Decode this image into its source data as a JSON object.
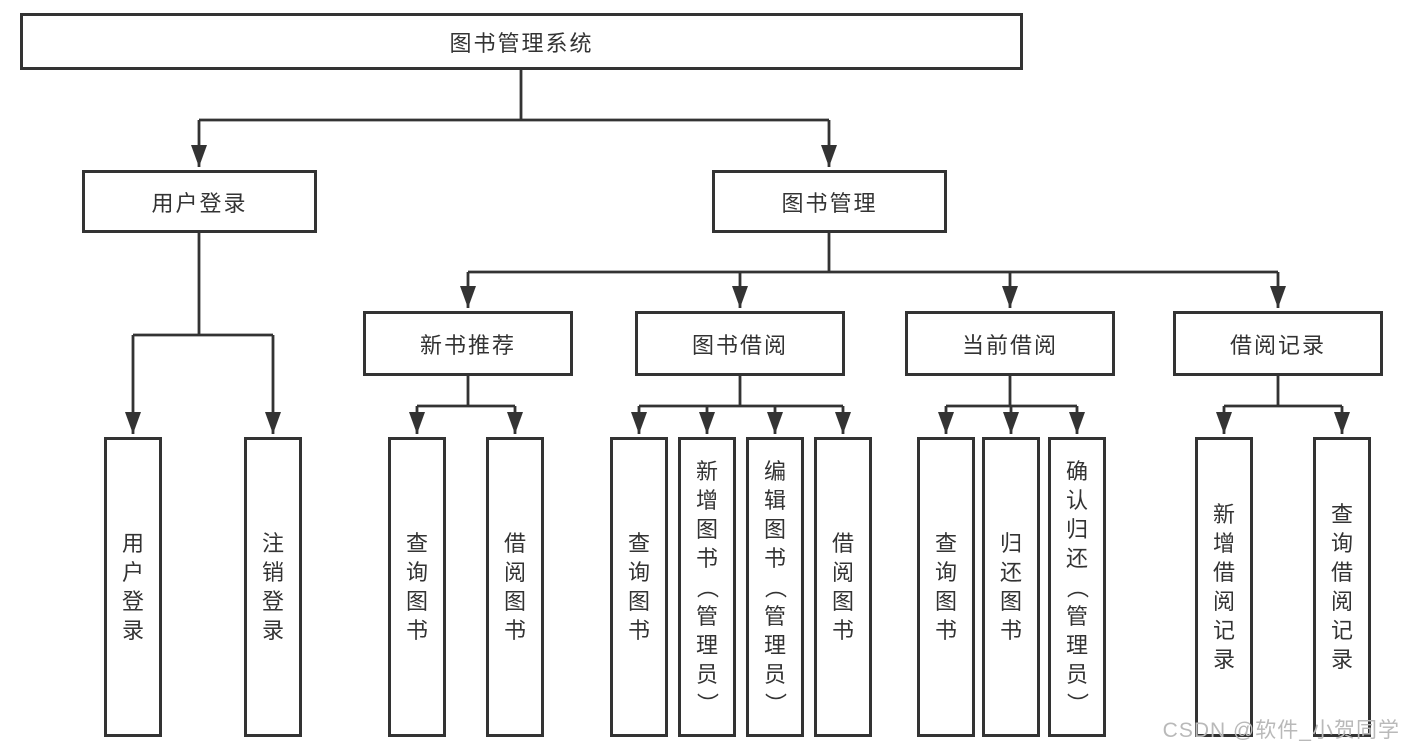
{
  "diagram": {
    "root": {
      "label": "图书管理系统"
    },
    "level1": [
      {
        "label": "用户登录"
      },
      {
        "label": "图书管理"
      }
    ],
    "level2": [
      {
        "label": "新书推荐",
        "parent": "图书管理"
      },
      {
        "label": "图书借阅",
        "parent": "图书管理"
      },
      {
        "label": "当前借阅",
        "parent": "图书管理"
      },
      {
        "label": "借阅记录",
        "parent": "图书管理"
      }
    ],
    "leaves": [
      {
        "label": "用户登录",
        "parent": "用户登录"
      },
      {
        "label": "注销登录",
        "parent": "用户登录"
      },
      {
        "label": "查询图书",
        "parent": "新书推荐"
      },
      {
        "label": "借阅图书",
        "parent": "新书推荐"
      },
      {
        "label": "查询图书",
        "parent": "图书借阅"
      },
      {
        "label": "新增图书（管理员）",
        "parent": "图书借阅"
      },
      {
        "label": "编辑图书（管理员）",
        "parent": "图书借阅"
      },
      {
        "label": "借阅图书",
        "parent": "图书借阅"
      },
      {
        "label": "查询图书",
        "parent": "当前借阅"
      },
      {
        "label": "归还图书",
        "parent": "当前借阅"
      },
      {
        "label": "确认归还（管理员）",
        "parent": "当前借阅"
      },
      {
        "label": "新增借阅记录",
        "parent": "借阅记录"
      },
      {
        "label": "查询借阅记录",
        "parent": "借阅记录"
      }
    ],
    "watermark": "CSDN @软件_小贺同学",
    "colors": {
      "line": "#333333",
      "text": "#333333",
      "box_background": "#ffffff",
      "watermark": "#b9b9b9",
      "background": "#ffffff"
    }
  }
}
